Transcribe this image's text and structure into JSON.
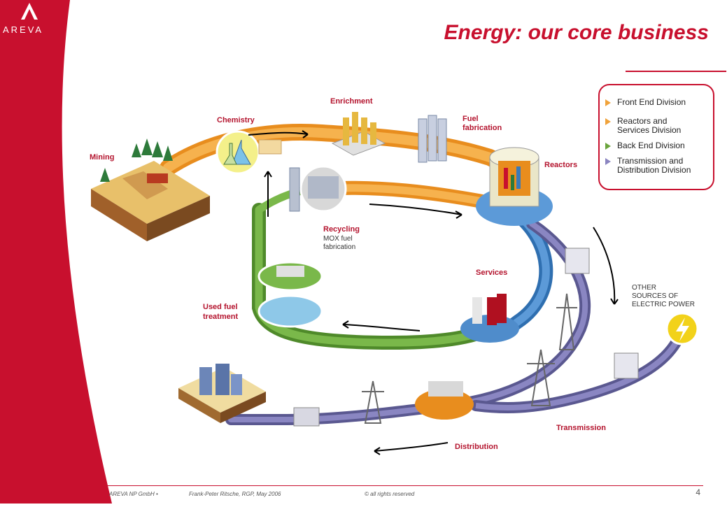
{
  "brand": {
    "name": "AREVA",
    "colors": {
      "red": "#c8102e",
      "orange": "#f0a23a",
      "green": "#6aa43c",
      "blue": "#4f8ccb",
      "purple": "#6e6ca8"
    }
  },
  "title": "Energy: our core business",
  "diagram": {
    "stages": {
      "mining": "Mining",
      "chemistry": "Chemistry",
      "enrichment": "Enrichment",
      "fuel_fabrication_1": "Fuel",
      "fuel_fabrication_2": "fabrication",
      "reactors": "Reactors",
      "recycling": "Recycling",
      "mox_1": "MOX fuel",
      "mox_2": "fabrication",
      "services": "Services",
      "used_fuel_1": "Used fuel",
      "used_fuel_2": "treatment",
      "other_sources_1": "OTHER",
      "other_sources_2": "SOURCES OF",
      "other_sources_3": "ELECTRIC POWER",
      "transmission": "Transmission",
      "distribution": "Distribution"
    }
  },
  "legend": {
    "items": [
      {
        "label_1": "Front End Division",
        "label_2": "",
        "color": "#f0a23a"
      },
      {
        "label_1": "Reactors and",
        "label_2": "Services Division",
        "color": "#f0a23a"
      },
      {
        "label_1": "Back End Division",
        "label_2": "",
        "color": "#6aa43c"
      },
      {
        "label_1": "Transmission and",
        "label_2": "Distribution Division",
        "color": "#8a84c0"
      }
    ]
  },
  "footer": {
    "company": "AREVA NP GmbH •",
    "author": "Frank-Peter Ritsche, RGP, May 2006",
    "rights": "© all rights reserved",
    "page": "4"
  }
}
